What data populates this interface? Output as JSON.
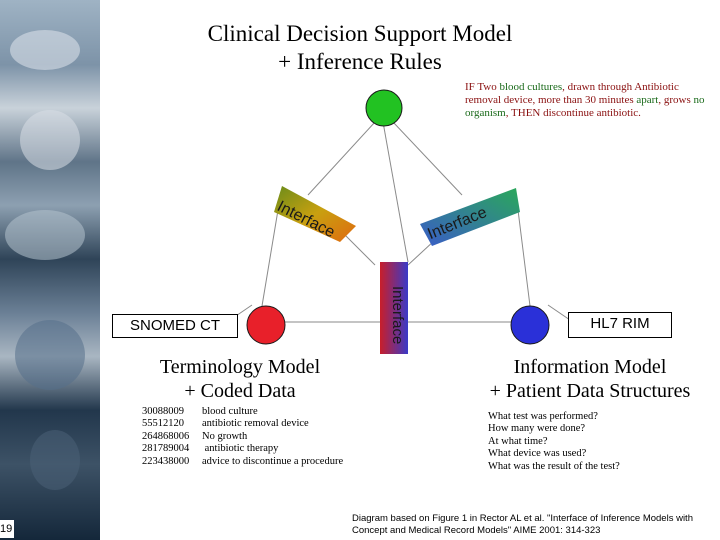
{
  "title": {
    "line1": "Clinical Decision Support Model",
    "line2": "+ Inference Rules"
  },
  "rule": {
    "p1": "IF Two ",
    "p2": "blood cultures",
    "p3": ", drawn through Antibiotic removal device",
    "p4": ", more than 30 minutes ",
    "p5": "apart",
    "p6": ", grows ",
    "p7": "no organism",
    "p8": ", THEN discontinue antibiotic."
  },
  "interfaces": {
    "left": "Interface",
    "right": "Interface",
    "middle": "Interface"
  },
  "terminology": {
    "box_label": "SNOMED CT",
    "caption_line1": "Terminology Model",
    "caption_line2": "+ Coded Data",
    "codes": [
      {
        "code": "30088009",
        "term": "blood culture"
      },
      {
        "code": "55512120",
        "term": "antibiotic removal device"
      },
      {
        "code": "264868006",
        "term": "No growth"
      },
      {
        "code": "281789004",
        "term": " antibiotic therapy"
      },
      {
        "code": "223438000",
        "term": "advice to discontinue a procedure"
      }
    ]
  },
  "information": {
    "box_label": "HL7 RIM",
    "caption_line1": "Information Model",
    "caption_line2": "+ Patient Data Structures",
    "questions": [
      "What test was performed?",
      "How many were done?",
      "At what time?",
      "What device was used?",
      "What was the result of the test?"
    ]
  },
  "source": {
    "line1": "Diagram based on Figure 1 in Rector AL et al. \"Interface of Inference Models with",
    "line2": "Concept and Medical Record Models\" AIME 2001: 314-323"
  },
  "slide_number": "19",
  "colors": {
    "inference_node": "#22c222",
    "terminology_node": "#e8202a",
    "information_node": "#2a30d8",
    "interface_left_start": "#6a8c1a",
    "interface_left_end": "#e06a10",
    "interface_right_start": "#3a5cc8",
    "interface_right_end": "#2aa85a",
    "interface_middle_start": "#c81e2a",
    "interface_middle_end": "#3a3ac8",
    "rule_text": "#8a1010",
    "rule_highlight": "#1a6a1a"
  },
  "icons": [
    "photo-strip-image"
  ]
}
